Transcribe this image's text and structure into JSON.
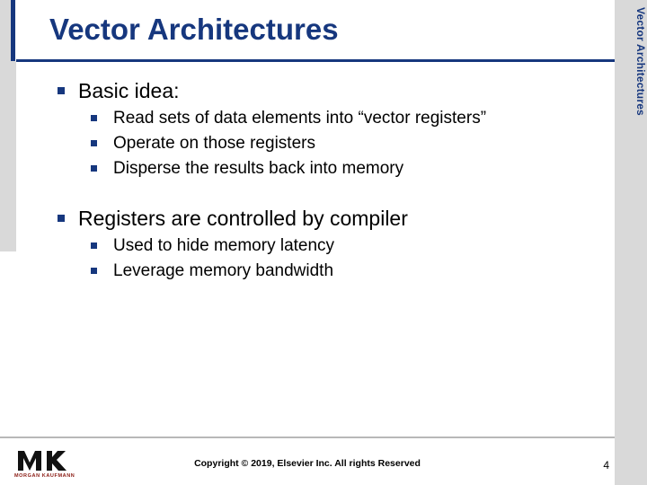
{
  "slide": {
    "title": "Vector Architectures",
    "side_label": "Vector Architectures",
    "page_number": "4",
    "copyright": "Copyright © 2019, Elsevier Inc. All rights Reserved",
    "logo_text": "MK",
    "logo_caption": "MORGAN KAUFMANN",
    "accent_color": "#16377e",
    "bullets": [
      {
        "level1": "Basic idea:",
        "level2": [
          "Read sets of data elements into “vector registers”",
          "Operate on those registers",
          "Disperse the results back into memory"
        ]
      },
      {
        "level1": "Registers are controlled by compiler",
        "level2": [
          "Used to hide memory latency",
          "Leverage memory bandwidth"
        ]
      }
    ]
  }
}
